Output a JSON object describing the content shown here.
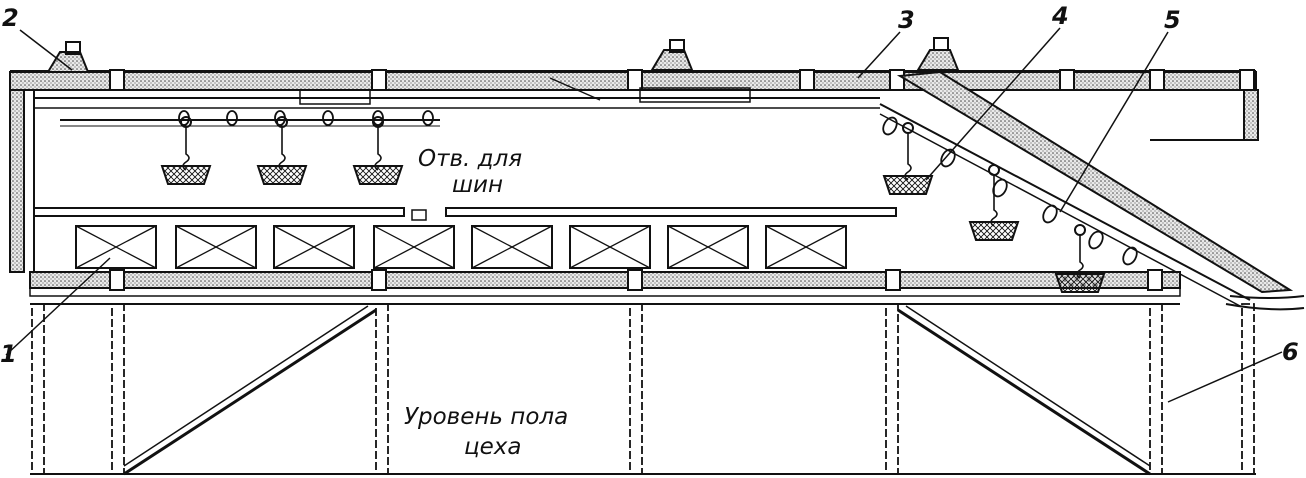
{
  "labels": {
    "tire_opening_line1": "Отв. для",
    "tire_opening_line2": "шин",
    "floor_level_line1": "Уровень пола",
    "floor_level_line2": "цеха"
  },
  "callouts": [
    {
      "id": "1",
      "text": "1"
    },
    {
      "id": "2",
      "text": "2"
    },
    {
      "id": "3",
      "text": "3"
    },
    {
      "id": "4",
      "text": "4"
    },
    {
      "id": "5",
      "text": "5"
    },
    {
      "id": "6",
      "text": "6"
    }
  ],
  "colors": {
    "ink": "#111111",
    "insulation_fill": "#d8d8d8",
    "background": "#ffffff"
  }
}
